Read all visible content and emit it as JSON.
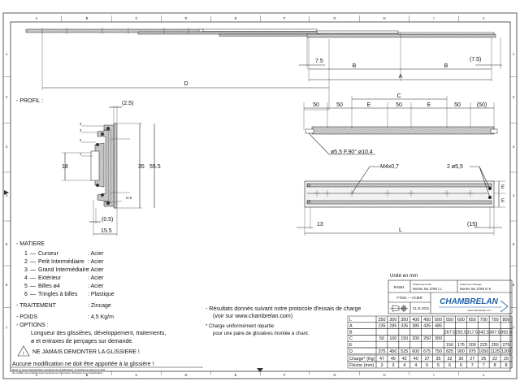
{
  "border": {
    "columns": [
      "A",
      "B",
      "C",
      "D",
      "E",
      "F",
      "G",
      "H",
      "I",
      "J"
    ],
    "rows": [
      "1",
      "2",
      "3",
      "4",
      "5",
      "6",
      "7"
    ]
  },
  "top_view": {
    "dim_d": "D",
    "dim_a": "A",
    "dim_b_left": "B",
    "dim_b_right": "B",
    "dim_left_offset": "7.5",
    "dim_right_offset": "(7.5)"
  },
  "side_view": {
    "dim_c": "C",
    "spacings": [
      "50",
      "50",
      "E",
      "50",
      "E",
      "50",
      "(50)"
    ],
    "hole_note": "ø5,5 F.90° ø10,4"
  },
  "bottom_view": {
    "thread_note": "M4x0,7",
    "holes_note": "2 ø5,5",
    "dim_left": "13",
    "dim_right": "(15)",
    "dim_l": "L",
    "dim_e_top": "E",
    "dim_e_bottom": "E"
  },
  "profile": {
    "title": "- PROFIL :",
    "dim_top": "(2.5)",
    "dim_inner": "35",
    "dim_height": "55.5",
    "dim_cursor": "18",
    "dim_gap": "(0.5)",
    "dim_width": "15.5",
    "part_labels": [
      "4",
      "3",
      "2",
      "1"
    ],
    "balls_label": "5+6"
  },
  "material": {
    "heading": "- MATIERE",
    "items": [
      {
        "num": "1",
        "name": "Curseur",
        "value": ": Acier"
      },
      {
        "num": "2",
        "name": "Petit Intermédiaire",
        "value": ": Acier"
      },
      {
        "num": "3",
        "name": "Grand Intermédiaire",
        "value": ": Acier"
      },
      {
        "num": "4",
        "name": "Extérieur",
        "value": ": Acier"
      },
      {
        "num": "5",
        "name": "Billes ø4",
        "value": ": Acier"
      },
      {
        "num": "6",
        "name": "Tringles à billes",
        "value": ": Plastique"
      }
    ],
    "treatment_label": "- TRAITEMENT",
    "treatment_value": ": Zincage",
    "weight_label": "- POIDS",
    "weight_value": ": 4,5 Kg/m",
    "options_label": "- OPTIONS :",
    "options_line1": "Longueur des glissières, développement, traitements,",
    "options_line2": "ø et entraxes de perçages sur demande.",
    "warning": "NE JAMAIS DEMONTER LA GLISSIERE !",
    "notice": "Aucune modification ne doit être apportée à la glissière !"
  },
  "notes": {
    "results_line1": "- Résultats donnés suivant notre protocole d'essais de charge",
    "results_line2": "(voir sur www.chambrelan.com)",
    "charge_line1": "* Charge uniformément répartie",
    "charge_line2": "pour une paire de glissières montée à chant."
  },
  "title_block": {
    "unit": "Unité en mm",
    "reference": "RA654",
    "tol_profile_label": "Tolérances Profil:",
    "tol_profile_value": "Norme Iso 2768 c L",
    "tol_machining_label": "Tolérances Usinage:",
    "tol_machining_value": "Norme Iso 2768 m K",
    "material_code": "FT031 — ACIER",
    "date": "21.11.2011",
    "brand": "CHAMBRELAN",
    "website": "www.chambrelan.com",
    "brand_color": "#1f5fa8"
  },
  "table": {
    "rows": [
      {
        "label": "L",
        "values": [
          "250",
          "300",
          "350",
          "400",
          "450",
          "500",
          "550",
          "600",
          "650",
          "700",
          "750",
          "800"
        ]
      },
      {
        "label": "A",
        "values": [
          "235",
          "285",
          "335",
          "385",
          "435",
          "485",
          "",
          "",
          "",
          "",
          "",
          ""
        ]
      },
      {
        "label": "B",
        "values": [
          "",
          "",
          "",
          "",
          "",
          "",
          "267.5",
          "292.5",
          "317.5",
          "342.5",
          "367.5",
          "392.5"
        ]
      },
      {
        "label": "C",
        "values": [
          "50",
          "100",
          "150",
          "200",
          "250",
          "300",
          "",
          "",
          "",
          "",
          "",
          ""
        ]
      },
      {
        "label": "E",
        "values": [
          "",
          "",
          "",
          "",
          "",
          "",
          "150",
          "175",
          "200",
          "225",
          "250",
          "275"
        ]
      },
      {
        "label": "D",
        "values": [
          "375",
          "450",
          "525",
          "600",
          "675",
          "750",
          "825",
          "900",
          "975",
          "1050",
          "1125",
          "1200"
        ]
      }
    ],
    "perf_rows": [
      {
        "label": "Charge* (Kg)",
        "values": [
          "47",
          "45",
          "42",
          "40",
          "37",
          "35",
          "32",
          "30",
          "27",
          "25",
          "22",
          "20"
        ]
      },
      {
        "label": "Flèche (mm)",
        "values": [
          "3",
          "3",
          "4",
          "4",
          "5",
          "5",
          "6",
          "6",
          "7",
          "7",
          "8",
          "8"
        ]
      }
    ]
  },
  "footer": {
    "disclaimer_line1": "Dans un souci d'amélioration constante de sa fabrication, la société se réserve le droit",
    "disclaimer_line2": "de modifier ses produits sans avertissement ni préavis. Données non contractuelles."
  }
}
